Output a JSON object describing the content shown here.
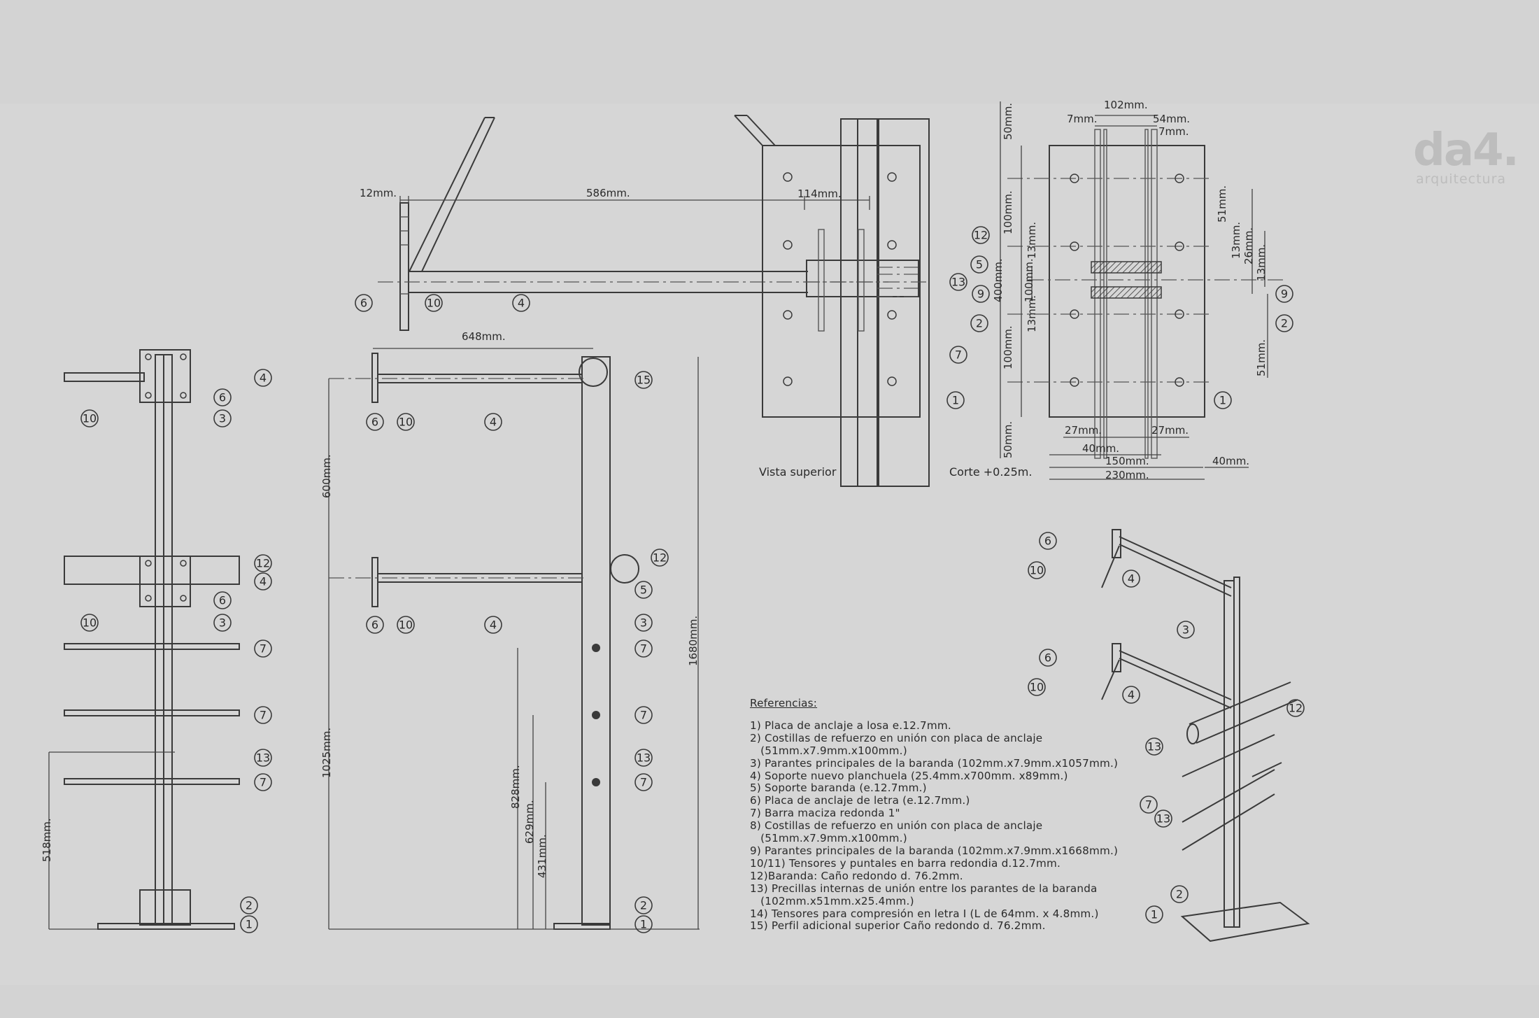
{
  "logo": {
    "mark": "da4.",
    "sub": "arquitectura"
  },
  "view_labels": {
    "top": "Vista superior",
    "section": "Corte +0.25m."
  },
  "dims": {
    "d12": "12mm.",
    "d586": "586mm.",
    "d114": "114mm.",
    "d648": "648mm.",
    "d600": "600mm.",
    "d1025": "1025mm.",
    "d1680": "1680mm.",
    "d828": "828mm.",
    "d629": "629mm.",
    "d431": "431mm.",
    "d518": "518mm.",
    "d102": "102mm.",
    "d7a": "7mm.",
    "d54": "54mm.",
    "d7b": "7mm.",
    "d50a": "50mm.",
    "d100a": "100mm.",
    "d13a": "13mm.",
    "d100b": "100mm.",
    "d400": "400mm.",
    "d13b": "13mm.",
    "d100c": "100mm.",
    "d50b": "50mm.",
    "d51a": "51mm.",
    "d13c": "13mm.",
    "d26": "26mm.",
    "d13d": "13mm.",
    "d51b": "51mm.",
    "d27a": "27mm.",
    "d27b": "27mm.",
    "d40a": "40mm.",
    "d150": "150mm.",
    "d40b": "40mm.",
    "d230": "230mm."
  },
  "references": {
    "title": "Referencias:",
    "items": [
      "1) Placa de anclaje a losa e.12.7mm.",
      "2) Costillas de refuerzo en unión con placa de anclaje",
      "   (51mm.x7.9mm.x100mm.)",
      "3) Parantes principales de la baranda (102mm.x7.9mm.x1057mm.)",
      "4) Soporte nuevo planchuela (25.4mm.x700mm. x89mm.)",
      "5) Soporte baranda (e.12.7mm.)",
      "6) Placa de anclaje de letra (e.12.7mm.)",
      "7) Barra maciza redonda 1\"",
      "8) Costillas de refuerzo en unión con placa de anclaje",
      "   (51mm.x7.9mm.x100mm.)",
      "9) Parantes principales de la baranda (102mm.x7.9mm.x1668mm.)",
      "10/11) Tensores y puntales en barra redondia d.12.7mm.",
      "12)Baranda: Caño redondo d. 76.2mm.",
      "13) Precillas internas de unión entre los parantes de la baranda",
      "   (102mm.x51mm.x25.4mm.)",
      "14) Tensores para compresión en letra I (L de 64mm. x 4.8mm.)",
      "15) Perfil adicional superior Caño redondo d. 76.2mm."
    ]
  },
  "callouts": {
    "c1": "1",
    "c2": "2",
    "c3": "3",
    "c4": "4",
    "c5": "5",
    "c6": "6",
    "c7": "7",
    "c9": "9",
    "c10": "10",
    "c12": "12",
    "c13": "13",
    "c15": "15"
  }
}
